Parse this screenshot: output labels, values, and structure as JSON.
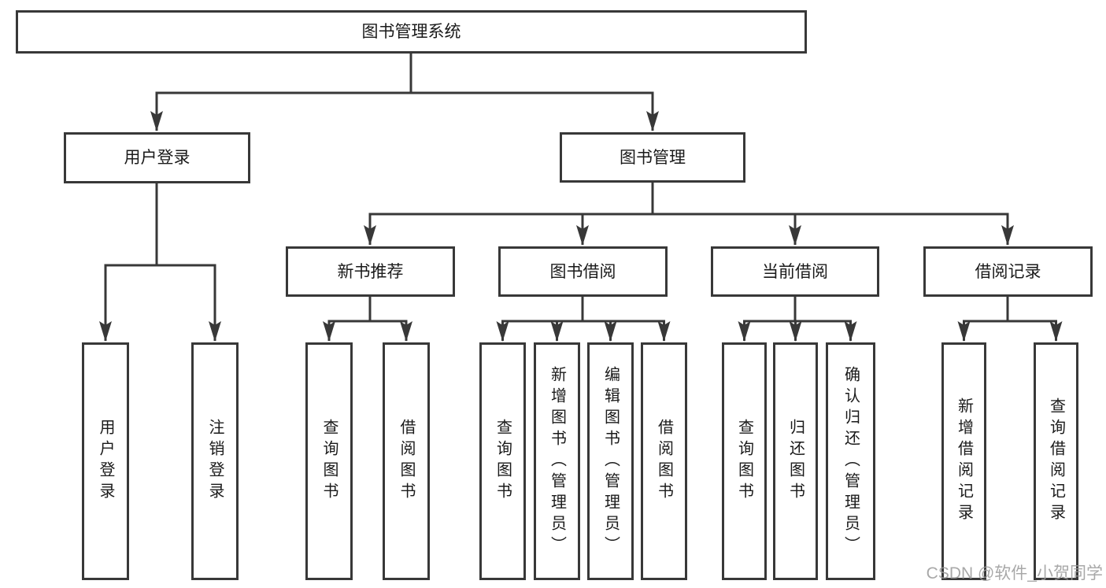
{
  "tree": {
    "root": {
      "label": "图书管理系统"
    },
    "branches": [
      {
        "label": "用户登录",
        "children": [
          {
            "label": "用户登录"
          },
          {
            "label": "注销登录"
          }
        ]
      },
      {
        "label": "图书管理",
        "children": [
          {
            "label": "新书推荐",
            "children": [
              {
                "label": "查询图书"
              },
              {
                "label": "借阅图书"
              }
            ]
          },
          {
            "label": "图书借阅",
            "children": [
              {
                "label": "查询图书"
              },
              {
                "label": "新增图书（管理员）"
              },
              {
                "label": "编辑图书（管理员）"
              },
              {
                "label": "借阅图书"
              }
            ]
          },
          {
            "label": "当前借阅",
            "children": [
              {
                "label": "查询图书"
              },
              {
                "label": "归还图书"
              },
              {
                "label": "确认归还（管理员）"
              }
            ]
          },
          {
            "label": "借阅记录",
            "children": [
              {
                "label": "新增借阅记录"
              },
              {
                "label": "查询借阅记录"
              }
            ]
          }
        ]
      }
    ]
  },
  "watermark": {
    "text": "CSDN @软件_小贺同学"
  },
  "colors": {
    "line": "#383838",
    "text": "#1a1a1a",
    "background": "#ffffff",
    "watermark": "#9a9a9a"
  }
}
